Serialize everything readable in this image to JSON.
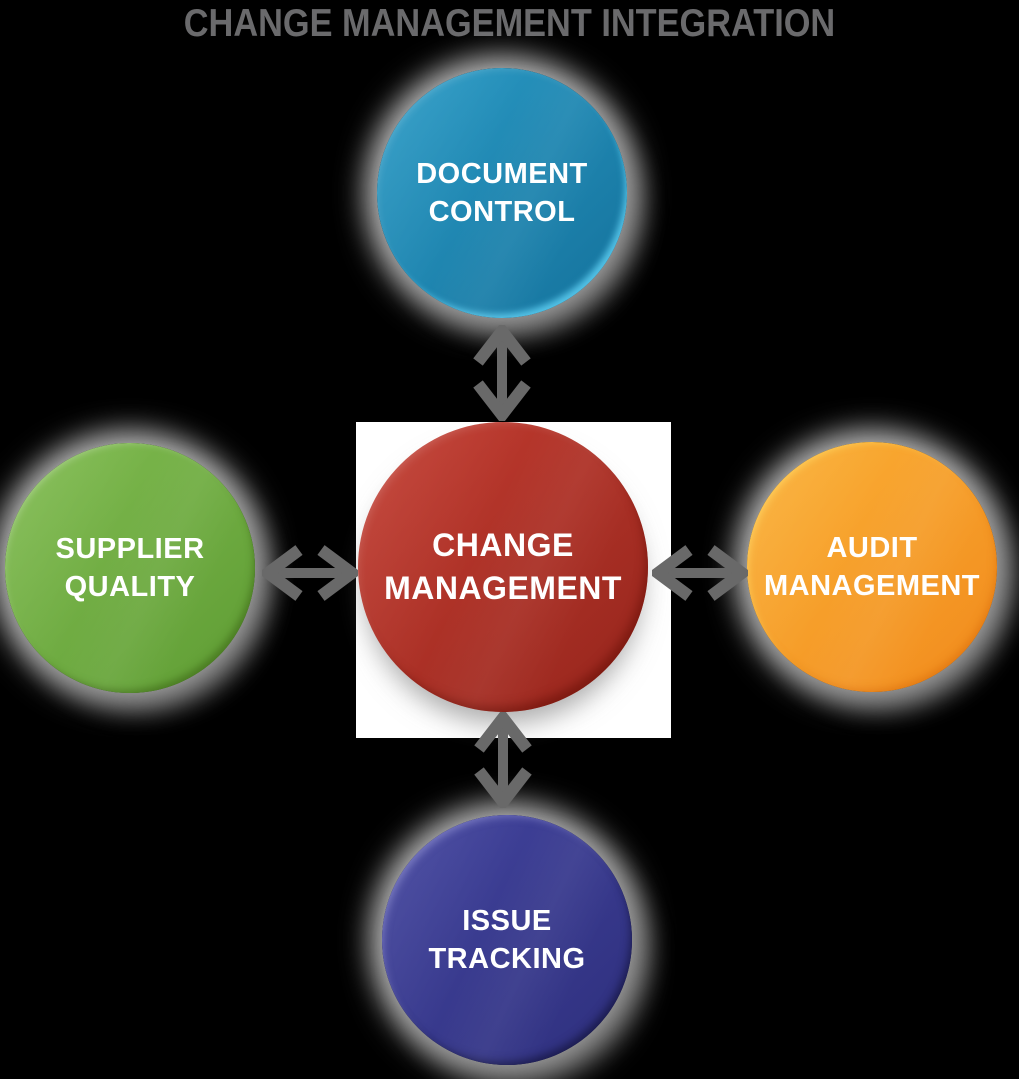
{
  "title": "CHANGE MANAGEMENT INTEGRATION",
  "colors": {
    "background": "#000000",
    "title_text": "#6a6a6c",
    "arrow": "#696969",
    "node_text": "#ffffff",
    "center_backdrop": "#ffffff"
  },
  "nodes": {
    "center": {
      "id": "change-management",
      "lines": [
        "CHANGE",
        "MANAGEMENT"
      ],
      "color_light": "#c43d31",
      "color_dark": "#95251c"
    },
    "top": {
      "id": "document-control",
      "lines": [
        "DOCUMENT",
        "CONTROL"
      ],
      "color_light": "#2b9cc7",
      "color_dark": "#14719b"
    },
    "left": {
      "id": "supplier-quality",
      "lines": [
        "SUPPLIER",
        "QUALITY"
      ],
      "color_light": "#82bd52",
      "color_dark": "#5e9c33"
    },
    "right": {
      "id": "audit-management",
      "lines": [
        "AUDIT",
        "MANAGEMENT"
      ],
      "color_light": "#fbb237",
      "color_dark": "#f18a1c"
    },
    "bottom": {
      "id": "issue-tracking",
      "lines": [
        "ISSUE",
        "TRACKING"
      ],
      "color_light": "#43459f",
      "color_dark": "#2e2f7d"
    }
  },
  "arrows": [
    {
      "id": "arrow-top",
      "between": [
        "change-management",
        "document-control"
      ],
      "style": "double-headed"
    },
    {
      "id": "arrow-left",
      "between": [
        "change-management",
        "supplier-quality"
      ],
      "style": "double-headed"
    },
    {
      "id": "arrow-right",
      "between": [
        "change-management",
        "audit-management"
      ],
      "style": "double-headed"
    },
    {
      "id": "arrow-bottom",
      "between": [
        "change-management",
        "issue-tracking"
      ],
      "style": "double-headed"
    }
  ]
}
